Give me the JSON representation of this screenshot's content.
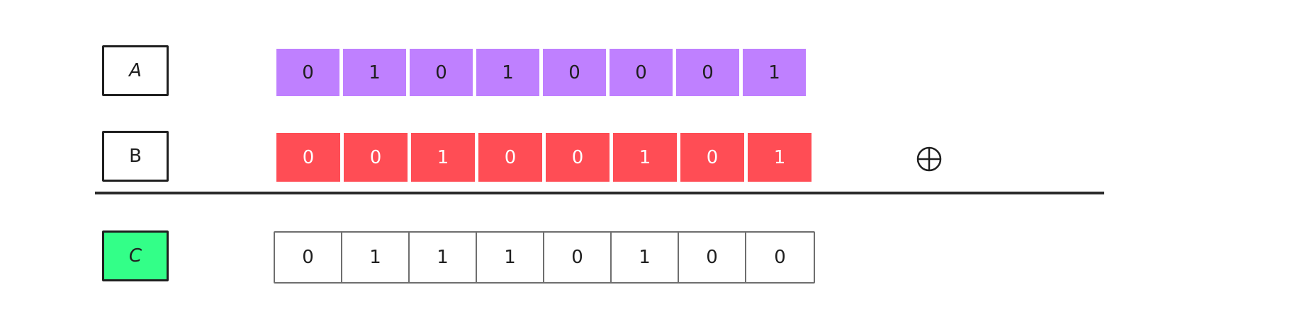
{
  "rows": {
    "a": {
      "label": "A",
      "bits": [
        "0",
        "1",
        "0",
        "1",
        "0",
        "0",
        "0",
        "1"
      ],
      "color": "#bf80ff"
    },
    "b": {
      "label": "B",
      "bits": [
        "0",
        "0",
        "1",
        "0",
        "0",
        "1",
        "0",
        "1"
      ],
      "color": "#ff4d55"
    },
    "c": {
      "label": "C",
      "bits": [
        "0",
        "1",
        "1",
        "1",
        "0",
        "1",
        "0",
        "0"
      ],
      "label_color": "#33ff88"
    }
  },
  "operator": {
    "symbol": "⊕",
    "icon": "xor-circle-plus-icon"
  }
}
